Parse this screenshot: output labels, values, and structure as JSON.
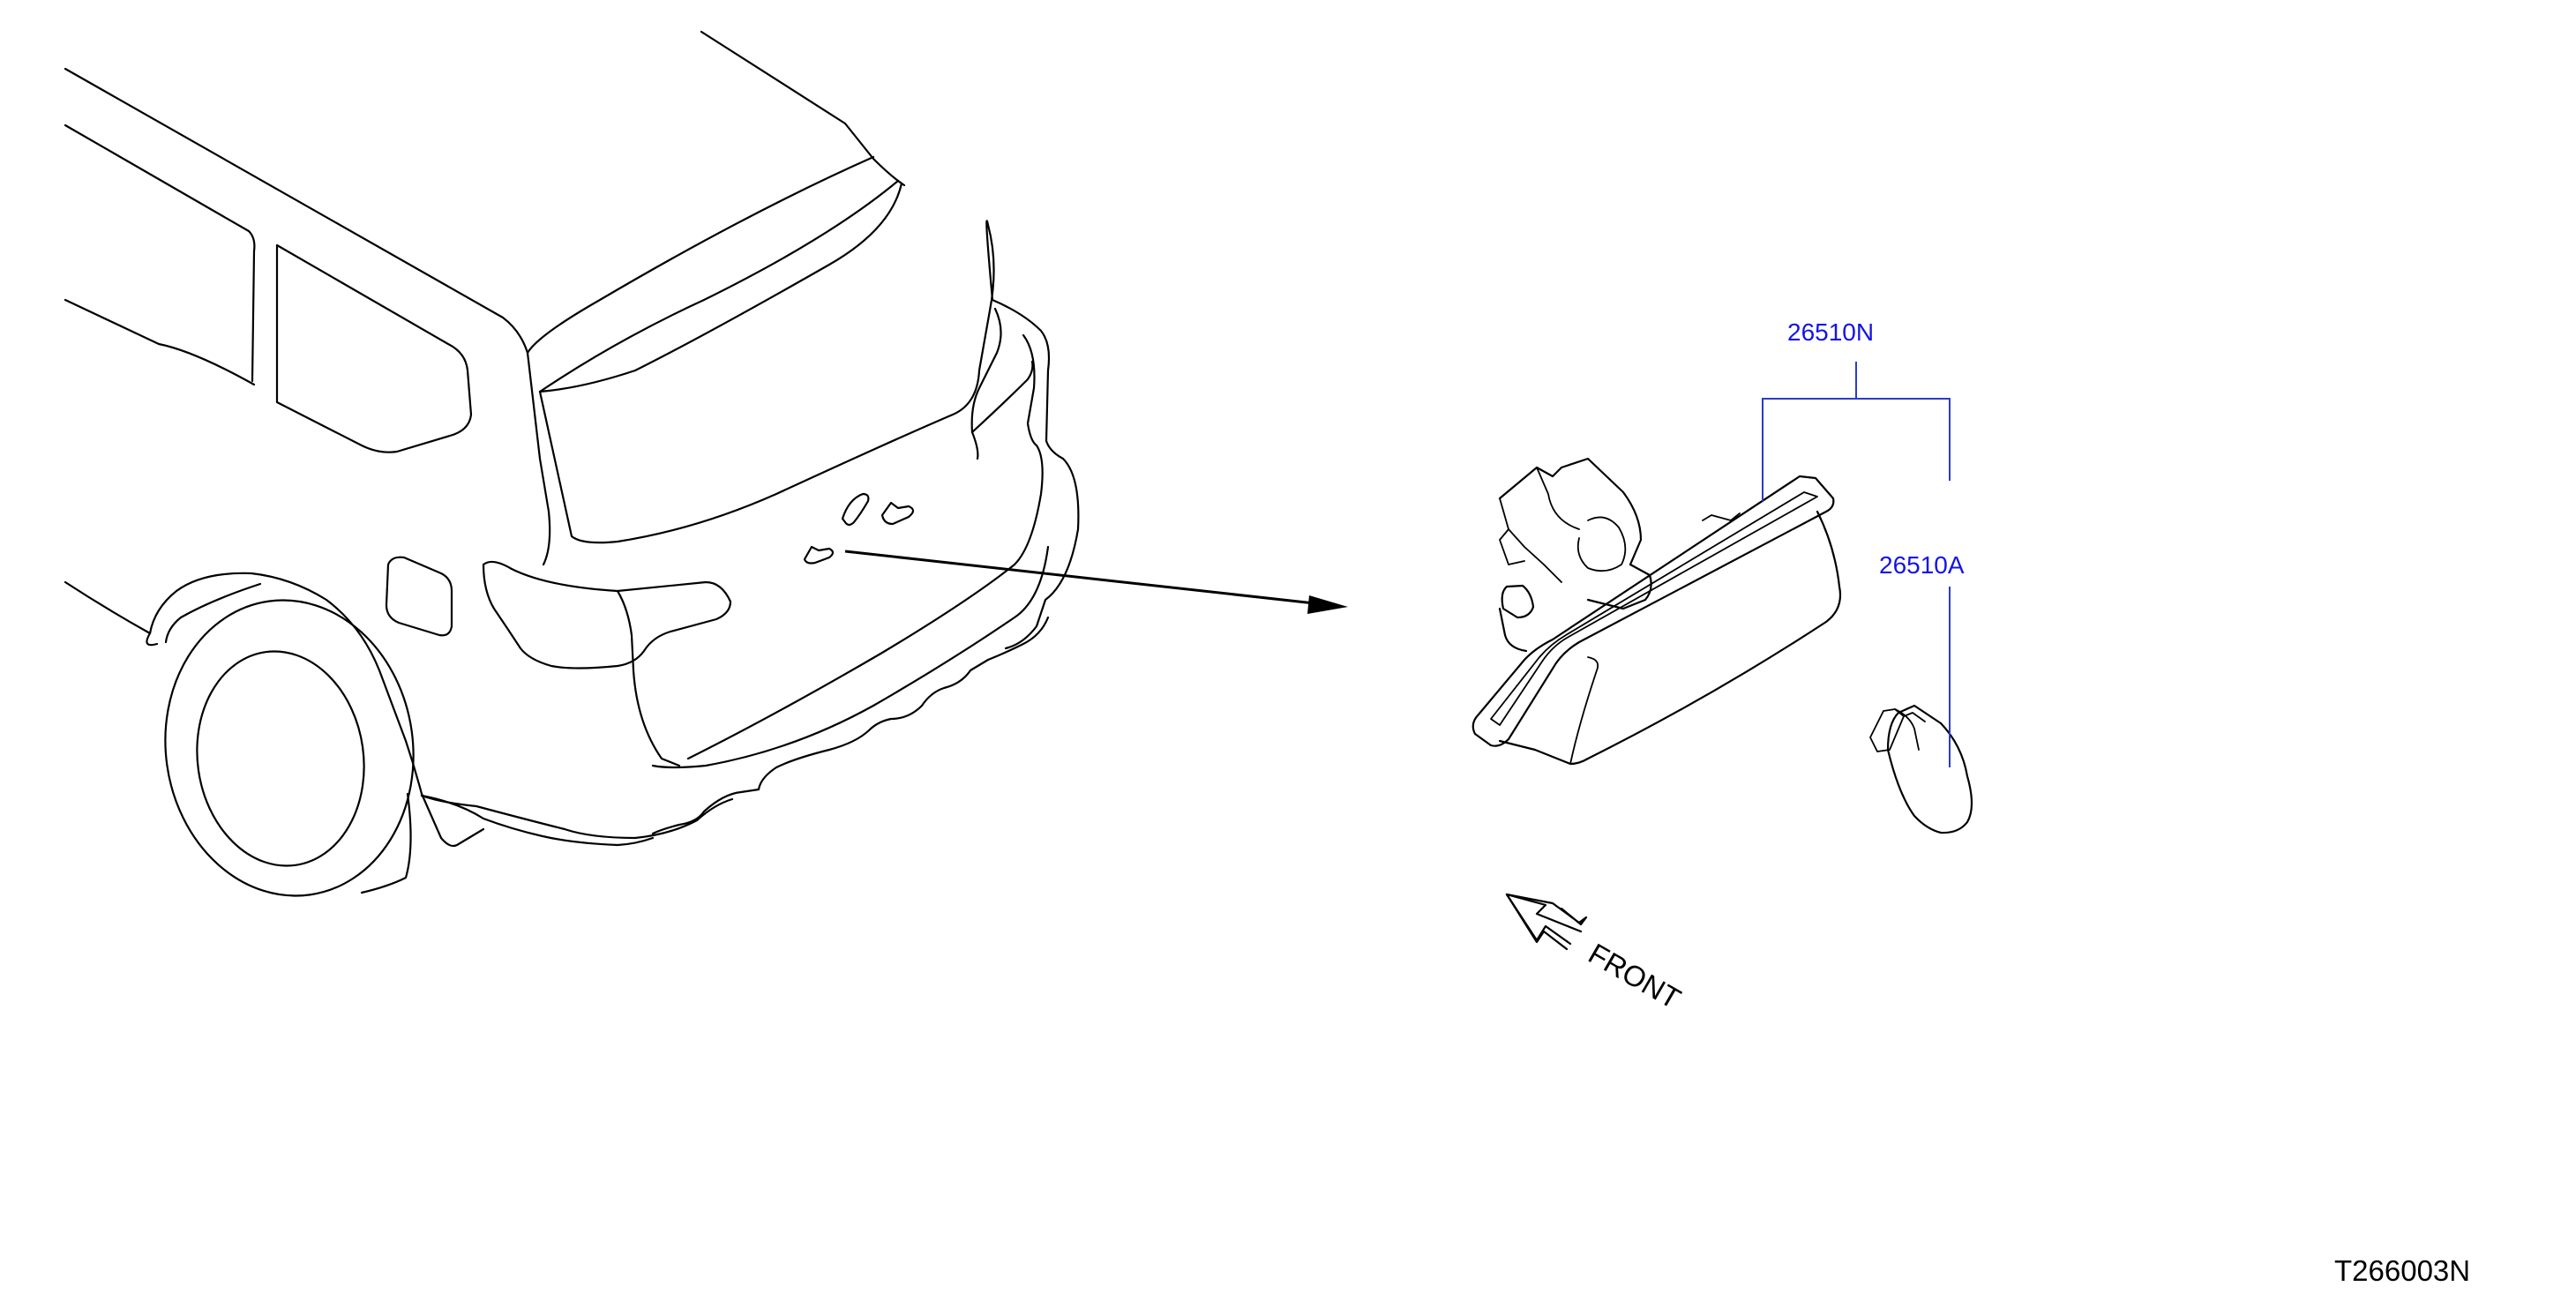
{
  "callouts": {
    "lamp_assembly": "26510N",
    "bulb": "26510A"
  },
  "direction_label": "FRONT",
  "diagram_code": "T266003N",
  "colors": {
    "line": "#000000",
    "callout_text": "#1414e6",
    "leader_line": "#2a3cc8"
  },
  "icons": [
    "front-direction-arrow-icon",
    "pointer-arrow-icon"
  ]
}
